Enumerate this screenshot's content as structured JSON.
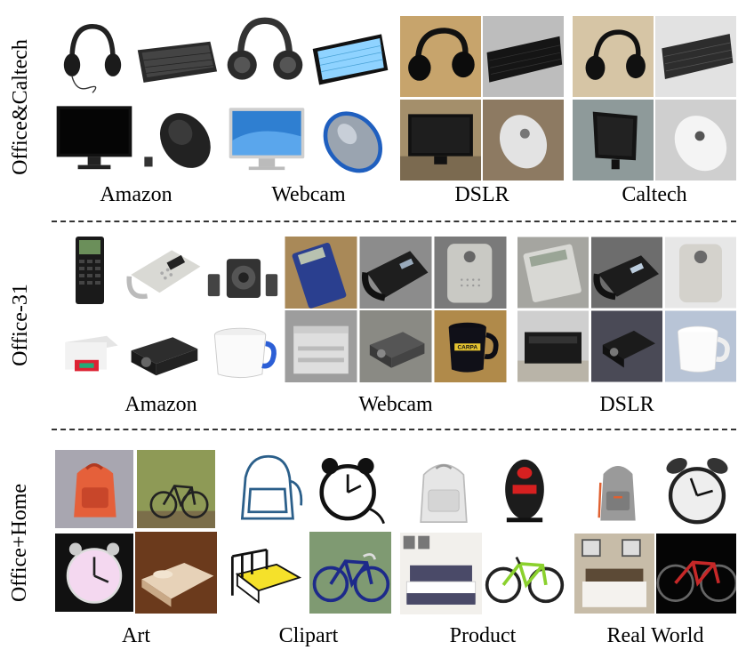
{
  "rows": [
    {
      "label": "Office&Caltech",
      "domains": [
        "Amazon",
        "Webcam",
        "DSLR",
        "Caltech"
      ],
      "objects": [
        "headphones",
        "keyboard",
        "monitor",
        "mouse"
      ]
    },
    {
      "label": "Office-31",
      "domains": [
        "Amazon",
        "Webcam",
        "DSLR"
      ],
      "objects": [
        "calculator",
        "desk-phone",
        "speaker",
        "printer",
        "projector",
        "mug"
      ]
    },
    {
      "label": "Office+Home",
      "domains": [
        "Art",
        "Clipart",
        "Product",
        "Real World"
      ],
      "objects": [
        "backpack",
        "alarm-clock",
        "bed",
        "bicycle"
      ]
    }
  ],
  "clipart_text": "CARPA"
}
